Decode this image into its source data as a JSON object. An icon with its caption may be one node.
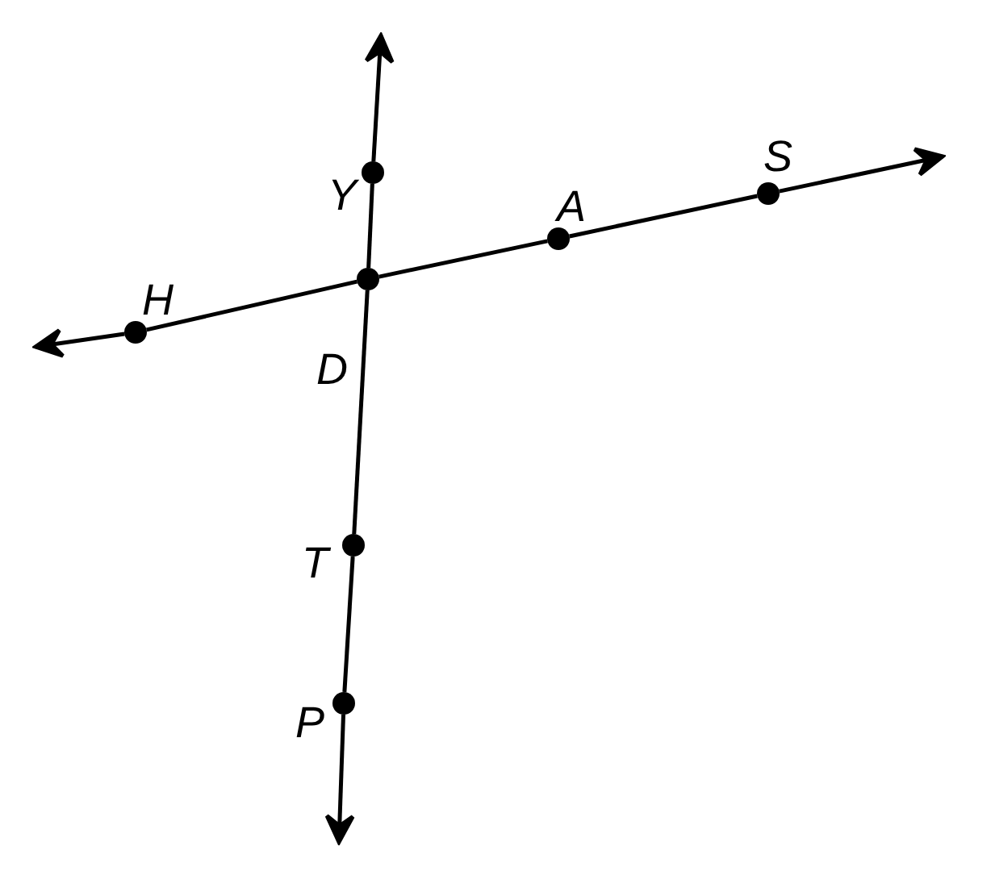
{
  "diagram": {
    "nodes": [
      {
        "text": [
          "Y"
        ]
      },
      {
        "text": [
          "H"
        ]
      },
      {
        "text": [
          "D"
        ]
      },
      {
        "text": [
          "A"
        ]
      },
      {
        "text": [
          "S"
        ]
      },
      {
        "text": [
          "T"
        ]
      },
      {
        "text": [
          "P"
        ]
      }
    ],
    "edges": [
      {
        "from": 0,
        "to": null,
        "arrow": "to"
      },
      {
        "from": 0,
        "to": 2,
        "arrow": "none"
      },
      {
        "from": 2,
        "to": 5,
        "arrow": "none"
      },
      {
        "from": 5,
        "to": 6,
        "arrow": "none"
      },
      {
        "from": 6,
        "to": null,
        "arrow": "to"
      },
      {
        "from": 1,
        "to": null,
        "arrow": "to"
      },
      {
        "from": 1,
        "to": 2,
        "arrow": "none"
      },
      {
        "from": 2,
        "to": 3,
        "arrow": "none"
      },
      {
        "from": 3,
        "to": 4,
        "arrow": "none"
      },
      {
        "from": 4,
        "to": null,
        "arrow": "to"
      }
    ]
  }
}
